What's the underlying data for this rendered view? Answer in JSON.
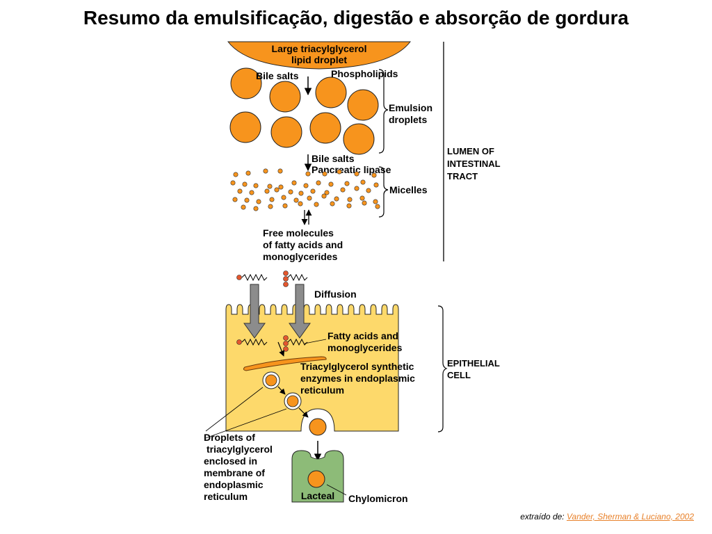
{
  "title": "Resumo da emulsificação, digestão e absorção de gordura",
  "labels": {
    "large_droplet": [
      "Large triacylglycerol",
      "lipid droplet"
    ],
    "bile_salts_top": "Bile salts",
    "phospholipids": "Phospholipids",
    "emulsion_droplets": [
      "Emulsion",
      "droplets"
    ],
    "bile_salts_lipase": [
      "Bile salts",
      "Pancreatic lipase"
    ],
    "micelles": "Micelles",
    "free_molecules": [
      "Free molecules",
      "of fatty acids and",
      "monoglycerides"
    ],
    "diffusion": "Diffusion",
    "fatty_acids": [
      "Fatty acids and",
      "monoglycerides"
    ],
    "tg_enzymes": [
      "Triacylglycerol synthetic",
      "enzymes in endoplasmic",
      "reticulum"
    ],
    "droplets_tg": [
      "Droplets of",
      "triacylglycerol",
      "enclosed in",
      "membrane of",
      "endoplasmic",
      "reticulum"
    ],
    "lacteal": "Lacteal",
    "chylomicron": "Chylomicron",
    "lumen": [
      "LUMEN OF",
      "INTESTINAL",
      "TRACT"
    ],
    "epithelial": [
      "EPITHELIAL",
      "CELL"
    ]
  },
  "credit": {
    "prefix": "extraído de: ",
    "source": "Vander, Sherman & Luciano, 2002"
  },
  "colors": {
    "orange": "#f7941d",
    "cell_yellow": "#fdd96b",
    "lacteal_green": "#8dbb78",
    "dot_red": "#e4572e",
    "arrow_gray": "#8c8c8c",
    "credit_orange": "#e8812a"
  }
}
